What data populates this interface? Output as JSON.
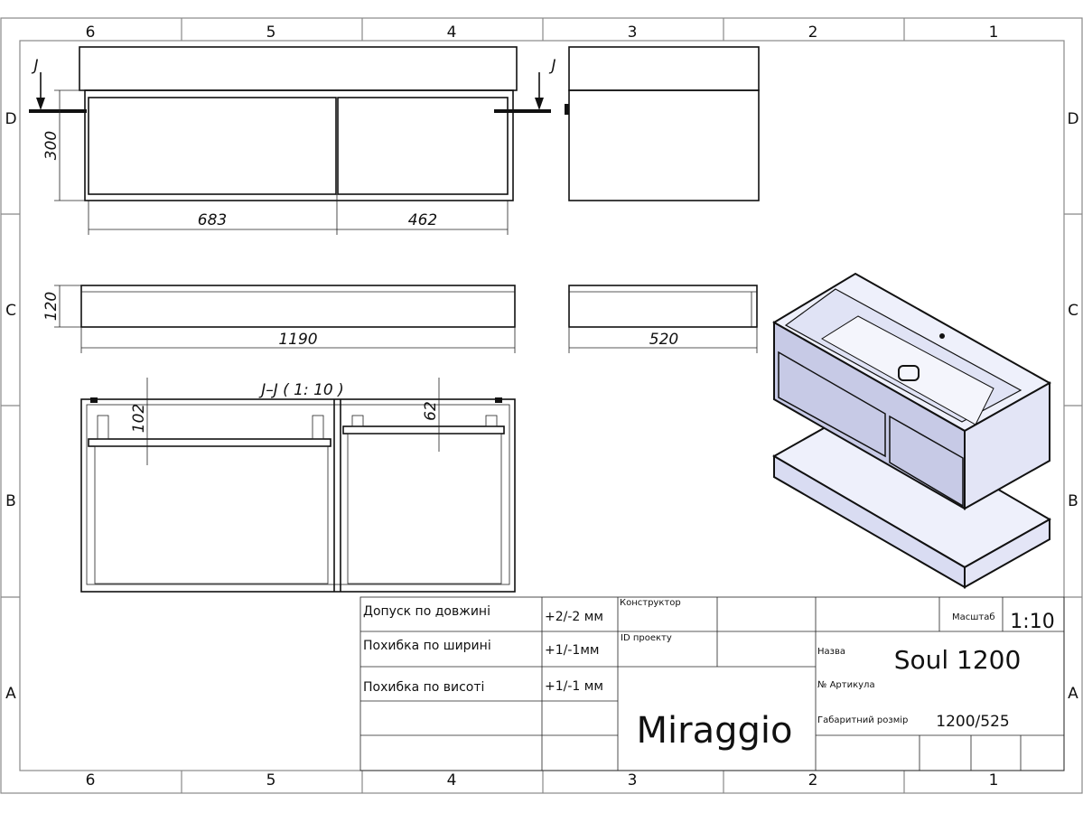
{
  "frame": {
    "columns": [
      "6",
      "5",
      "4",
      "3",
      "2",
      "1"
    ],
    "rows": [
      "D",
      "C",
      "B",
      "A"
    ]
  },
  "views": {
    "section_marker": "J",
    "section_title": "J–J ( 1: 10 )",
    "dimensions": {
      "height": "300",
      "left_drawer": "683",
      "right_drawer": "462",
      "top_thickness": "120",
      "total_width": "1190",
      "depth": "520",
      "section_left": "102",
      "section_right": "62"
    }
  },
  "title_block": {
    "tolerances": [
      {
        "label": "Допуск по довжині",
        "value": "+2/-2 мм"
      },
      {
        "label": "Похибка по ширині",
        "value": "+1/-1мм"
      },
      {
        "label": "Похибка по висоті",
        "value": "+1/-1 мм"
      }
    ],
    "designer_label": "Конструктор",
    "project_id_label": "ID проекту",
    "company": "Miraggio",
    "scale_label": "Масштаб",
    "scale_value": "1:10",
    "name_label": "Назва",
    "name_value": "Soul 1200",
    "article_label": "№  Артикула",
    "size_label": "Габаритний розмір",
    "size_value": "1200/525"
  },
  "colors": {
    "face_light": "#eef0fb",
    "face_mid": "#d9dcf2",
    "face_dark": "#c7cae6"
  }
}
